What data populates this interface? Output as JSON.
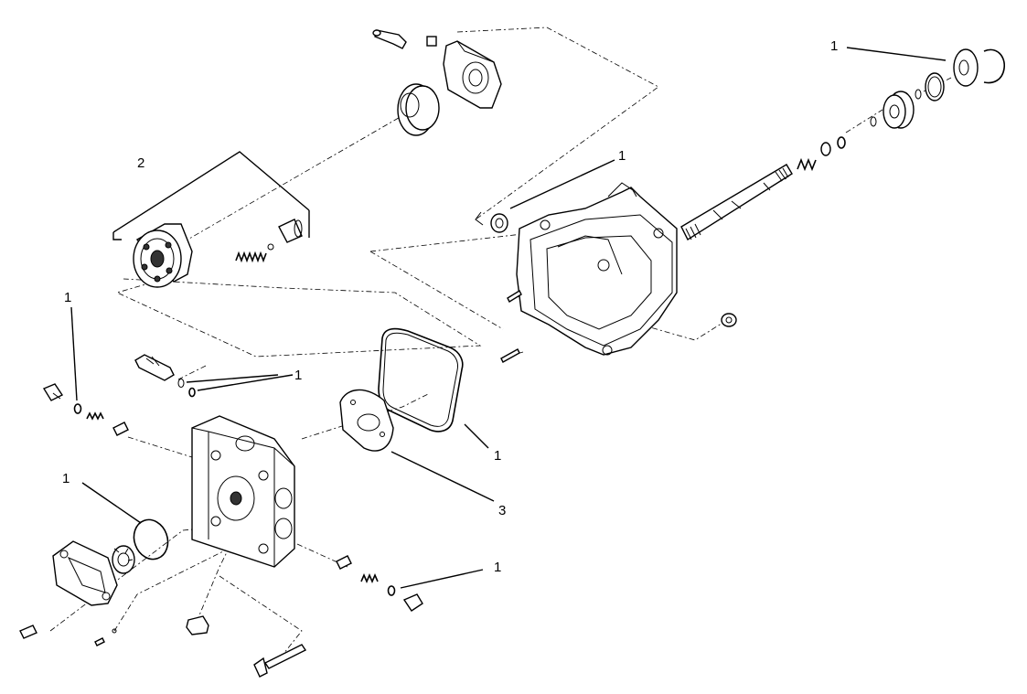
{
  "figure": {
    "background": "#ffffff",
    "line_color": "#000000",
    "callouts": [
      {
        "id": "c1a",
        "text": "1"
      },
      {
        "id": "c1b",
        "text": "1"
      },
      {
        "id": "c2",
        "text": "2"
      },
      {
        "id": "c1c",
        "text": "1"
      },
      {
        "id": "c1d",
        "text": "1"
      },
      {
        "id": "c1e",
        "text": "1"
      },
      {
        "id": "c3",
        "text": "3"
      },
      {
        "id": "c1f",
        "text": "1"
      },
      {
        "id": "c1g",
        "text": "1"
      }
    ]
  }
}
